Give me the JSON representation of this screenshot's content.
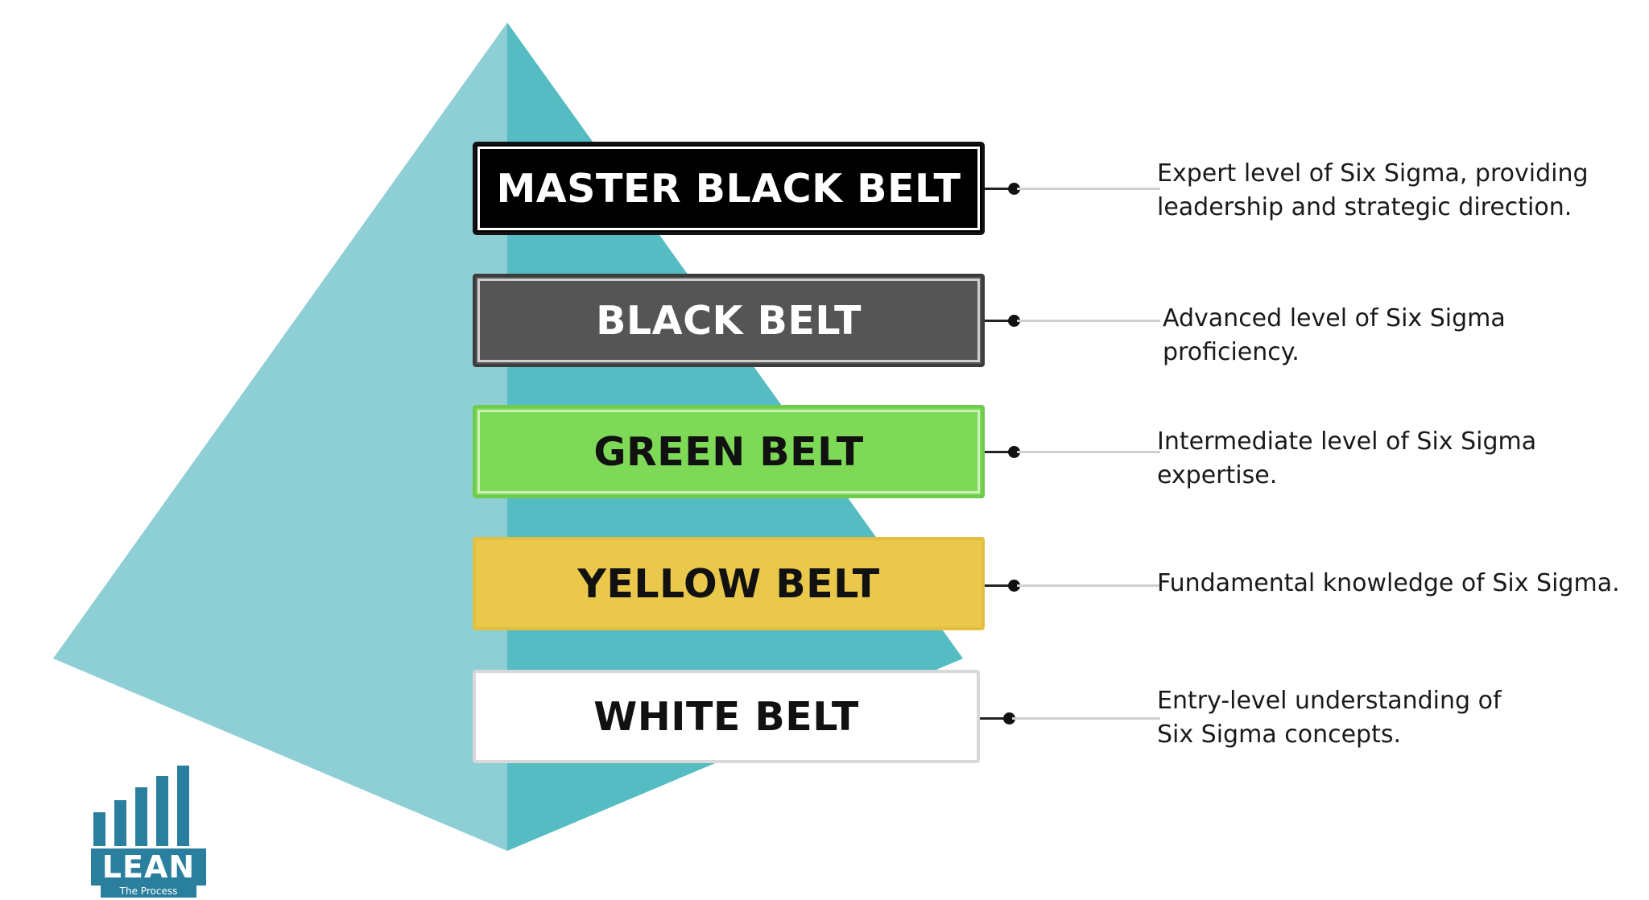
{
  "belts": [
    {
      "label": "MASTER BLACK BELT",
      "description": [
        "Expert level of Six Sigma, providing",
        "leadership and strategic direction."
      ]
    },
    {
      "label": "BLACK BELT",
      "description": [
        "Advanced level of Six Sigma proficiency."
      ]
    },
    {
      "label": "GREEN BELT",
      "description": [
        "Intermediate level of Six Sigma",
        "expertise."
      ]
    },
    {
      "label": "YELLOW BELT",
      "description": [
        "Fundamental knowledge of Six Sigma."
      ]
    },
    {
      "label": "WHITE BELT",
      "description": [
        "Entry-level understanding of",
        "Six Sigma concepts."
      ]
    }
  ],
  "logo": {
    "title": "LEAN",
    "subtitle": "The Process"
  },
  "colors": {
    "pyramid_light": "#8ecfd6",
    "pyramid_dark": "#55bcc3",
    "master_black_belt": "#000000",
    "black_belt": "#555555",
    "green_belt": "#7ed957",
    "yellow_belt": "#eac84b",
    "white_belt": "#ffffff",
    "logo": "#2b7f9e"
  }
}
